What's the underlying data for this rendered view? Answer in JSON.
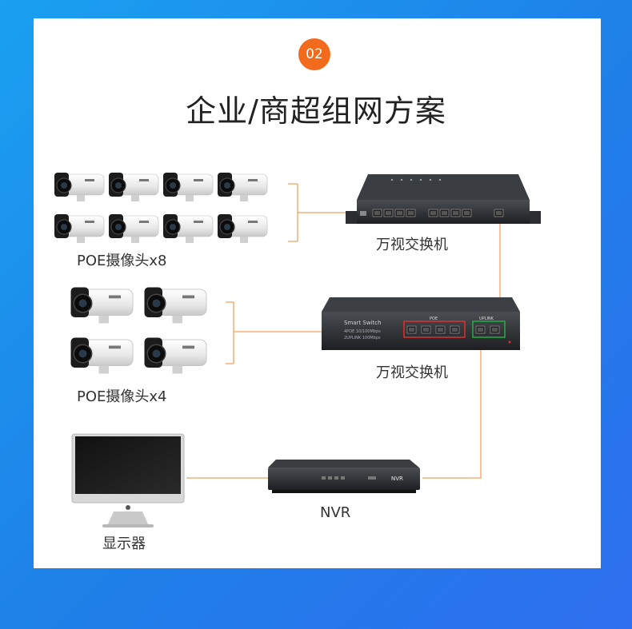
{
  "badge": "02",
  "title": "企业/商超组网方案",
  "labels": {
    "cameras_8": "POE摄像头x8",
    "cameras_4": "POE摄像头x4",
    "switch_top": "万视交换机",
    "switch_poe": "万视交换机",
    "nvr": "NVR",
    "monitor": "显示器"
  },
  "device_text": {
    "poe_switch_name": "Smart Switch",
    "poe_switch_spec1": "4POE 10/100Mbps",
    "poe_switch_spec2": "2UPLINK 100Mbps",
    "poe_group": "POE",
    "uplink_group": "UPLINK",
    "nvr_name": "NVR"
  },
  "colors": {
    "accent_orange": "#f26a1b",
    "link_line": "#f0a060",
    "title_text": "#222222"
  },
  "icons": {
    "camera": "bullet-camera-icon",
    "switch": "network-switch-icon",
    "monitor": "monitor-icon",
    "nvr": "nvr-recorder-icon"
  }
}
